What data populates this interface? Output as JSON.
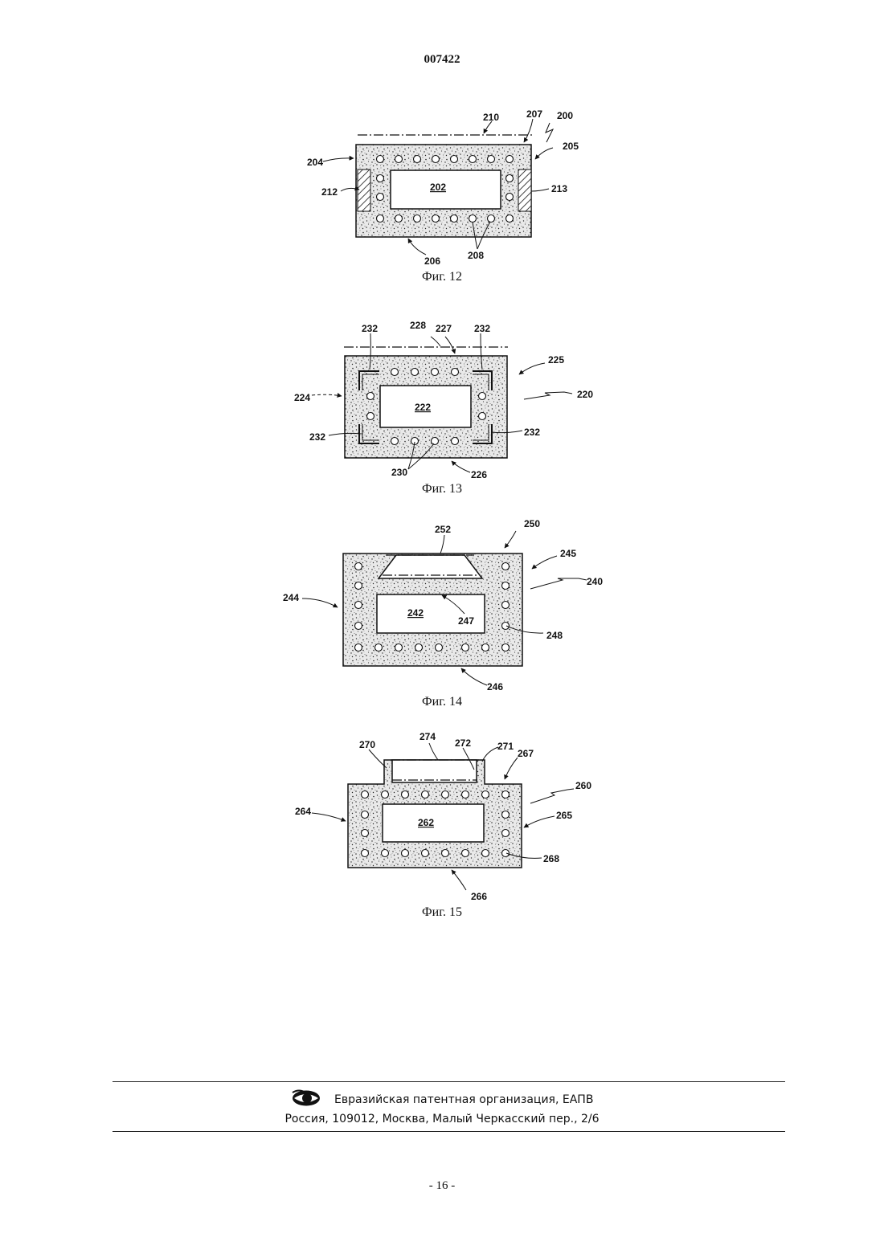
{
  "header": {
    "doc_number": "007422"
  },
  "figures": {
    "fig12": {
      "caption": "Фиг. 12",
      "labels": {
        "l200": "200",
        "l202": "202",
        "l204": "204",
        "l205": "205",
        "l206": "206",
        "l207": "207",
        "l208": "208",
        "l210": "210",
        "l212": "212",
        "l213": "213"
      }
    },
    "fig13": {
      "caption": "Фиг. 13",
      "labels": {
        "l220": "220",
        "l222": "222",
        "l224": "224",
        "l225": "225",
        "l226": "226",
        "l227": "227",
        "l228": "228",
        "l230": "230",
        "l232": "232"
      }
    },
    "fig14": {
      "caption": "Фиг. 14",
      "labels": {
        "l240": "240",
        "l242": "242",
        "l244": "244",
        "l245": "245",
        "l246": "246",
        "l247": "247",
        "l248": "248",
        "l250": "250",
        "l252": "252"
      }
    },
    "fig15": {
      "caption": "Фиг. 15",
      "labels": {
        "l260": "260",
        "l262": "262",
        "l264": "264",
        "l265": "265",
        "l266": "266",
        "l267": "267",
        "l268": "268",
        "l270": "270",
        "l271": "271",
        "l272": "272",
        "l274": "274"
      }
    }
  },
  "footer": {
    "organization": "Евразийская патентная организация, ЕАПВ",
    "address": "Россия, 109012, Москва, Малый Черкасский пер., 2/6",
    "logo_icon": "eapo-logo-icon"
  },
  "page_number": "- 16 -"
}
